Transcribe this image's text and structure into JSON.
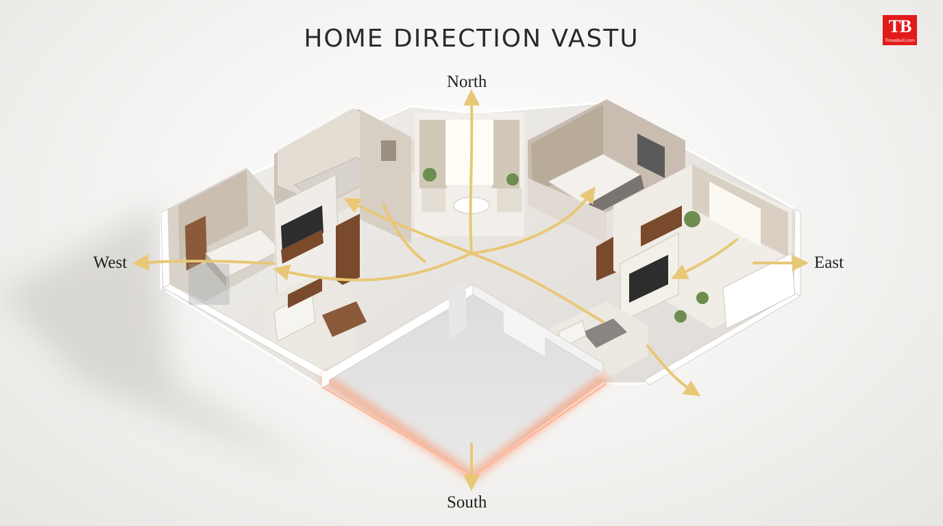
{
  "title": "HOME DIRECTION VASTU",
  "directions": {
    "north": "North",
    "south": "South",
    "west": "West",
    "east": "East"
  },
  "logo": {
    "mark": "TB",
    "caption": "Timesbull.com"
  },
  "colors": {
    "arrow": "#e8c776",
    "south_glow": "#ff8a5c",
    "logo_red": "#e21b1b",
    "wall": "#ffffff",
    "floor": "#e6e3df",
    "wood": "#7a4a2c"
  },
  "icons": [
    "arrow-north",
    "arrow-south",
    "arrow-west",
    "arrow-east",
    "arrow-southeast"
  ]
}
